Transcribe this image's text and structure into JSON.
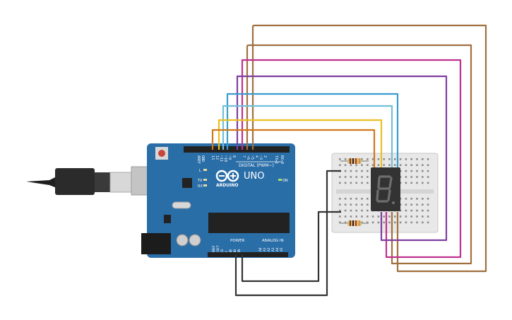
{
  "board": {
    "brand": "ARDUINO",
    "model": "UNO",
    "digital_header": "DIGITAL (PWM~)",
    "power_header": "POWER",
    "analog_header": "ANALOG IN",
    "on_label": "ON",
    "led_l": "L",
    "led_tx": "TX",
    "led_rx": "RX",
    "digital_pins": [
      "AREF",
      "GND",
      "13",
      "12",
      "~11",
      "~10",
      "~9",
      "8",
      "7",
      "~6",
      "~5",
      "4",
      "~3",
      "2",
      "TX▸1",
      "RX◂0"
    ],
    "power_pins": [
      "IOREF",
      "RESET",
      "3V3",
      "5V",
      "GND",
      "GND",
      "VIN"
    ],
    "analog_pins": [
      "A0",
      "A1",
      "A2",
      "A3",
      "A4",
      "A5"
    ]
  },
  "colors": {
    "board": "#2a6ea8",
    "wire_brown": "#a0703f",
    "wire_magenta": "#c0308f",
    "wire_purple": "#7d3ea0",
    "wire_blue": "#3a9bd0",
    "wire_lightblue": "#70c0d8",
    "wire_yellow": "#e8c020",
    "wire_orange": "#d07818",
    "wire_black": "#333333",
    "breadboard": "#e8e8e8",
    "display": "#333333"
  },
  "icons": {
    "usb": "usb-cable-icon",
    "logo": "arduino-infinity-logo-icon"
  }
}
